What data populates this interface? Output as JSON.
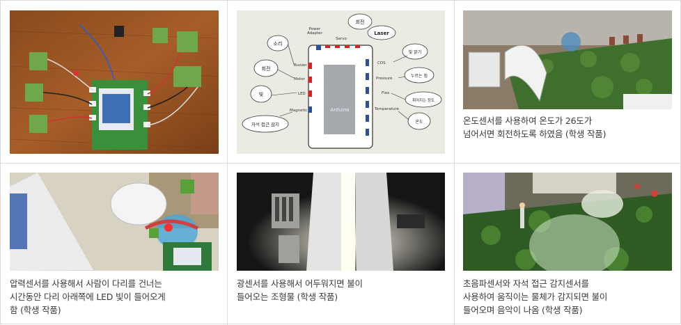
{
  "cells": [
    {
      "photo": "arduino-board-with-sensor-modules-photo",
      "caption": ""
    },
    {
      "photo": "arduino-sensor-diagram",
      "diagram": {
        "board_label": "Arduino",
        "top_labels": {
          "power": "Power\nAdapter",
          "servo": "Servo"
        },
        "left_labels": [
          "Buzzer",
          "Motor",
          "LED",
          "Magnetic"
        ],
        "right_labels": [
          "CDS",
          "Pressure",
          "Flex",
          "Temperature"
        ],
        "bubbles": {
          "buzzer": "소리",
          "motor": "회전",
          "led": "빛",
          "magnetic": "자석 접근 감지",
          "servo": "회전",
          "laser": "Laser",
          "cds": "빛 밝기",
          "pressure": "누르는 힘",
          "flex": "휘어지는 정도",
          "temperature": "온도"
        }
      },
      "caption": ""
    },
    {
      "photo": "fan-rotating-model-photo",
      "caption": "온도센서를 사용하여 온도가 26도가\n넘어서면 회전하도록 하였음 (학생 작품)"
    },
    {
      "photo": "bridge-pressure-sensor-model-photo",
      "caption": "압력센서를 사용해서 사람이 다리를 건너는\n시간동안 다리 아래쪽에 LED 빛이 들어오게\n함 (학생 작품)"
    },
    {
      "photo": "dark-building-light-sensor-photo",
      "caption": "광센서를 사용해서 어두워지면 불이\n들어오는 조형물 (학생 작품)"
    },
    {
      "photo": "dome-ultrasonic-magnetic-model-photo",
      "caption": "초음파센서와 자석 접근 감지센서를\n사용하여 움직이는 물체가 감지되면 불이\n들어오며 음악이 나옴 (학생 작품)"
    }
  ],
  "colors": {
    "caption_text": "#3a3a3a",
    "grid_line": "#dcdcdc",
    "sensor_red": "#e02020",
    "sensor_blue": "#2a4ea0"
  }
}
